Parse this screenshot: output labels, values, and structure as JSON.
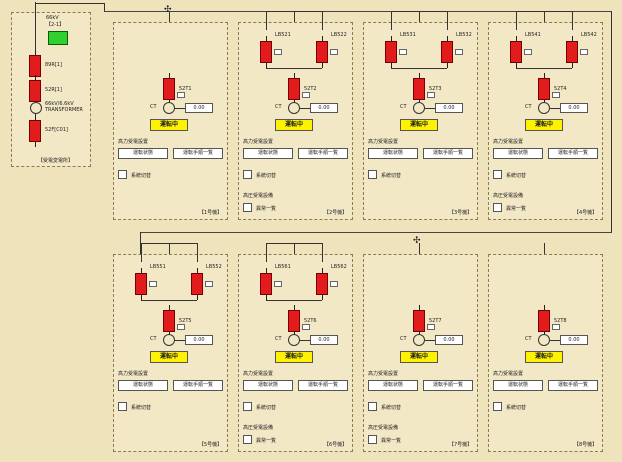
{
  "incoming": {
    "label": "【受電変電所】",
    "top_label_1": "66kV",
    "top_label_2": "【2-1】",
    "breakers": [
      "89R[1]",
      "52R[1]",
      "52F[C01]"
    ],
    "transformer_label_1": "66kV/6.6kV",
    "transformer_label_2": "TRANSFORMER"
  },
  "units": [
    {
      "label": "【1号機】",
      "feeders": [],
      "main_breaker": "52T1",
      "ct_label": "CT",
      "meter": "0.00",
      "status": "運転中",
      "section_label": "高力受電設置",
      "buttons": [
        "運転状態",
        "運転手順一覧"
      ],
      "check_label": "系統切替",
      "extra_label": "",
      "extra_check": ""
    },
    {
      "label": "【2号機】",
      "feeders": [
        "LB521",
        "LB522"
      ],
      "main_breaker": "52T2",
      "ct_label": "CT",
      "meter": "0.00",
      "status": "運転中",
      "section_label": "高力受電設置",
      "buttons": [
        "運転状態",
        "運転手順一覧"
      ],
      "check_label": "系統切替",
      "extra_label": "高圧受電設備",
      "extra_check": "異常一覧"
    },
    {
      "label": "【3号機】",
      "feeders": [
        "LB531",
        "LB532"
      ],
      "main_breaker": "52T3",
      "ct_label": "CT",
      "meter": "0.00",
      "status": "運転中",
      "section_label": "高力受電設置",
      "buttons": [
        "運転状態",
        "運転手順一覧"
      ],
      "check_label": "系統切替",
      "extra_label": "",
      "extra_check": ""
    },
    {
      "label": "【4号機】",
      "feeders": [
        "LB541",
        "LB542"
      ],
      "main_breaker": "52T4",
      "ct_label": "CT",
      "meter": "0.00",
      "status": "運転中",
      "section_label": "高力受電設置",
      "buttons": [
        "運転状態",
        "運転手順一覧"
      ],
      "check_label": "系統切替",
      "extra_label": "高圧受電設備",
      "extra_check": "異常一覧"
    },
    {
      "label": "【5号機】",
      "feeders": [
        "LB551",
        "LB552"
      ],
      "main_breaker": "52T5",
      "ct_label": "CT",
      "meter": "0.00",
      "status": "運転中",
      "section_label": "高力受電設置",
      "buttons": [
        "運転状態",
        "運転手順一覧"
      ],
      "check_label": "系統切替",
      "extra_label": "",
      "extra_check": ""
    },
    {
      "label": "【6号機】",
      "feeders": [
        "LB561",
        "LB562"
      ],
      "main_breaker": "52T6",
      "ct_label": "CT",
      "meter": "0.00",
      "status": "運転中",
      "section_label": "高力受電設置",
      "buttons": [
        "運転状態",
        "運転手順一覧"
      ],
      "check_label": "系統切替",
      "extra_label": "高圧受電設備",
      "extra_check": "異常一覧"
    },
    {
      "label": "【7号機】",
      "feeders": [],
      "main_breaker": "52T7",
      "ct_label": "CT",
      "meter": "0.00",
      "status": "運転中",
      "section_label": "高力受電設置",
      "buttons": [
        "運転状態",
        "運転手順一覧"
      ],
      "check_label": "系統切替",
      "extra_label": "高圧受電設備",
      "extra_check": "異常一覧"
    },
    {
      "label": "【8号機】",
      "feeders": [],
      "main_breaker": "52T8",
      "ct_label": "CT",
      "meter": "0.00",
      "status": "運転中",
      "section_label": "高力受電設置",
      "buttons": [
        "運転状態",
        "運転手順一覧"
      ],
      "check_label": "系統切替",
      "extra_label": "",
      "extra_check": ""
    }
  ]
}
